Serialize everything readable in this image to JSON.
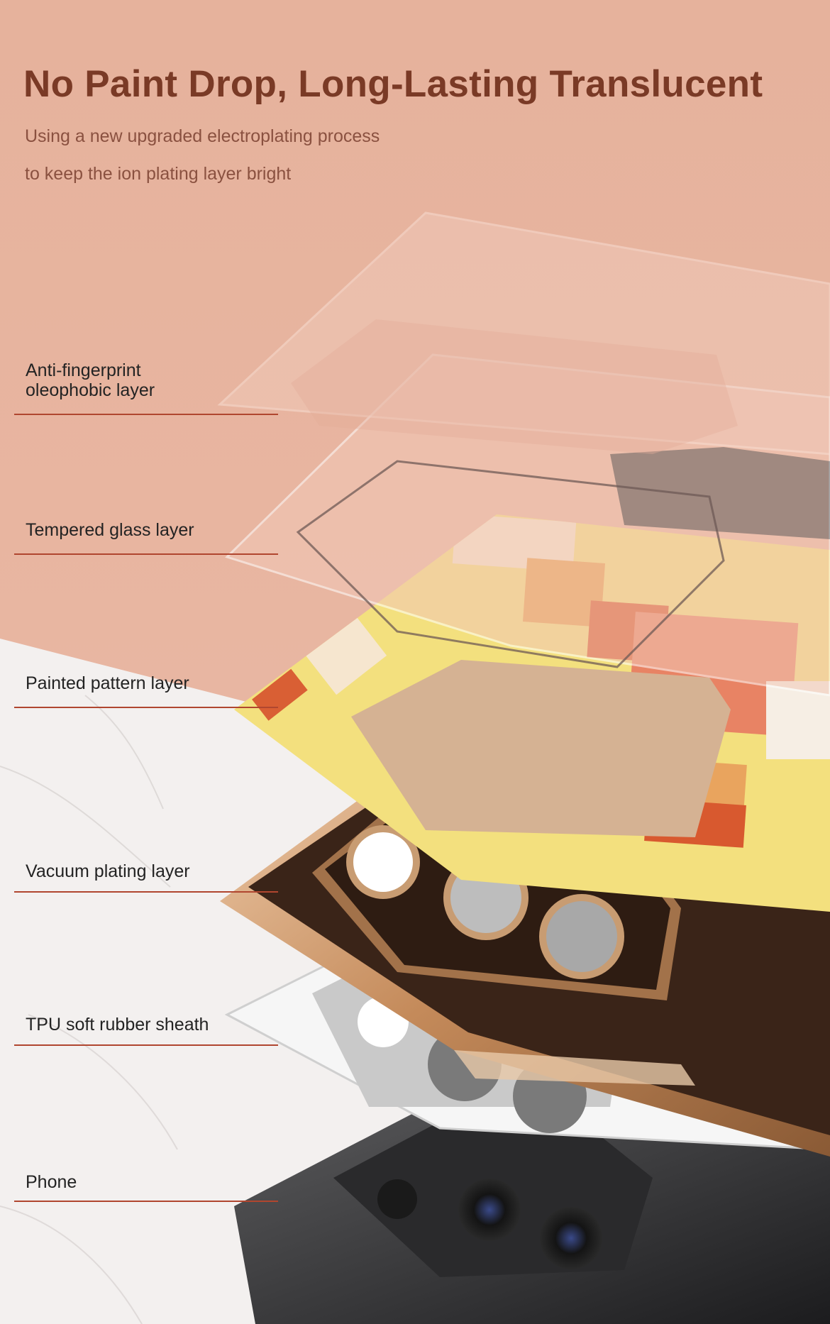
{
  "header": {
    "title": "No Paint Drop, Long-Lasting Translucent",
    "subtitle_line1": "Using a new upgraded electroplating process",
    "subtitle_line2": "to keep the ion plating layer bright"
  },
  "layers": [
    {
      "label_line1": "Anti-fingerprint",
      "label_line2": "oleophobic layer"
    },
    {
      "label_line1": "Tempered glass layer"
    },
    {
      "label_line1": "Painted pattern layer"
    },
    {
      "label_line1": "Vacuum plating layer"
    },
    {
      "label_line1": "TPU soft rubber sheath"
    },
    {
      "label_line1": "Phone"
    }
  ],
  "colors": {
    "background_peach": "#e8b39e",
    "title_brown": "#7a3a26",
    "subtitle_brown": "#8a5140",
    "label_text": "#232323",
    "leader_line_red": "#b0462f",
    "marble_white": "#f3f0ef"
  }
}
